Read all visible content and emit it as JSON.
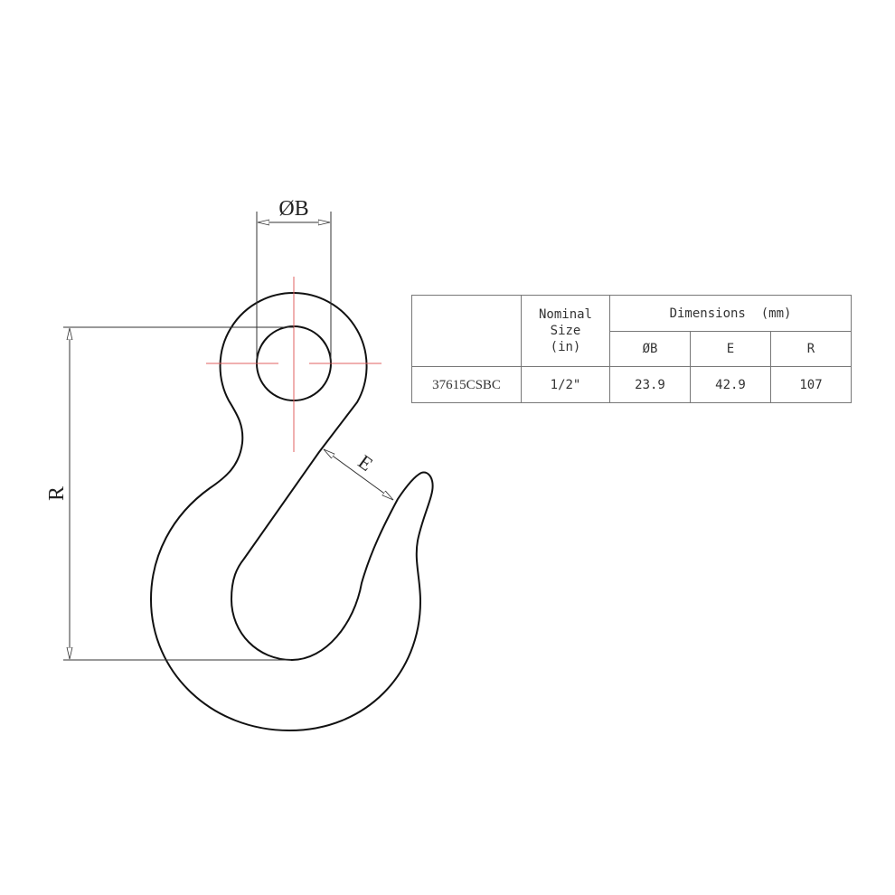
{
  "diagram": {
    "labels": {
      "diameter_b": "ØB",
      "e": "E",
      "r": "R"
    },
    "colors": {
      "outline": "#111111",
      "centerline": "#e06060",
      "dimension": "#333333"
    }
  },
  "table": {
    "header": {
      "nominal_size": [
        "Nominal",
        "Size",
        "(in)"
      ],
      "dimensions": "Dimensions  (mm)",
      "columns": [
        "ØB",
        "E",
        "R"
      ]
    },
    "rows": [
      {
        "part": "37615CSBC",
        "nominal_size": "1/2\"",
        "b": "23.9",
        "e": "42.9",
        "r": "107"
      }
    ]
  }
}
